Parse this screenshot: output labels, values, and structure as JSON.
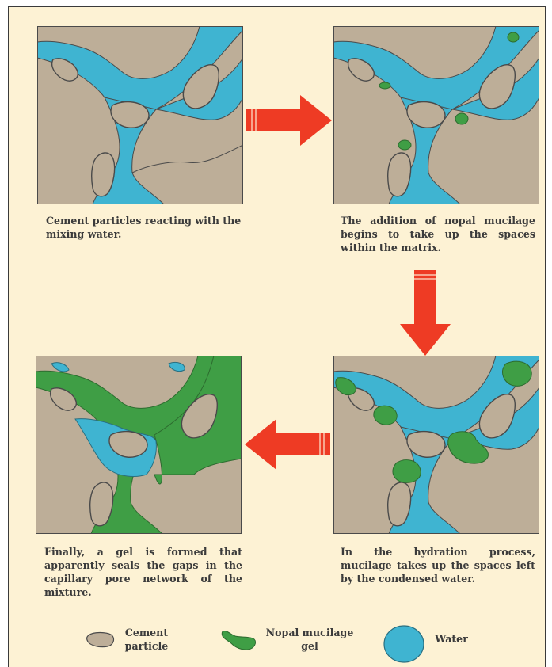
{
  "captions": {
    "step1": "Cement particles reacting with the mixing water.",
    "step2": "The addition of nopal mucilage begins to take up the spaces within the matrix.",
    "step3": "In the hydration process, mucilage takes up the spaces left by the condensed water.",
    "step4": "Finally, a gel is formed that apparently seals the gaps in the capillary pore network of the mixture."
  },
  "legend": {
    "cement_label": "Cement particle",
    "mucilage_label": "Nopal mucilage gel",
    "water_label": "Water"
  },
  "colors": {
    "cement": "#bdae98",
    "water": "#3fb4d1",
    "mucilage": "#3f9e45",
    "arrow": "#ee3b24",
    "background": "#fdf2d4",
    "outline": "#4a4a4a"
  }
}
